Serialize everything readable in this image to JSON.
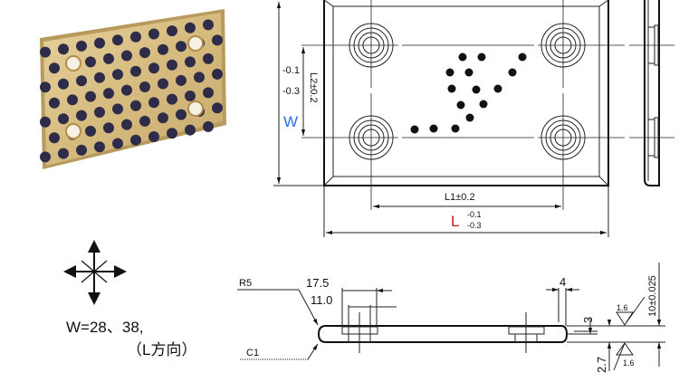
{
  "colors": {
    "w_label": "#2a6ee0",
    "l_label": "#c81e1e",
    "bronze": "#d9bf85",
    "graphite": "#2e2c48"
  },
  "top_view": {
    "w_tol_upper": "-0.1",
    "w_tol_lower": "-0.3",
    "l2_label": "L2±0.2",
    "w_label": "W",
    "l1_label": "L1±0.2",
    "l_label": "L",
    "l_tol_upper": "-0.1",
    "l_tol_lower": "-0.3"
  },
  "section_view": {
    "r5": "R5",
    "c1": "C1",
    "d17_5": "17.5",
    "d11_0": "11.0",
    "d4": "4",
    "d3": "3",
    "d2_7": "2.7",
    "d10": "10±0.025",
    "roughness_top": "1.6",
    "roughness_bottom": "1.6"
  },
  "caption": {
    "line1": "W=28、38,",
    "line2": "（L方向）"
  },
  "icons": {
    "direction": "four-way-arrow-icon"
  }
}
